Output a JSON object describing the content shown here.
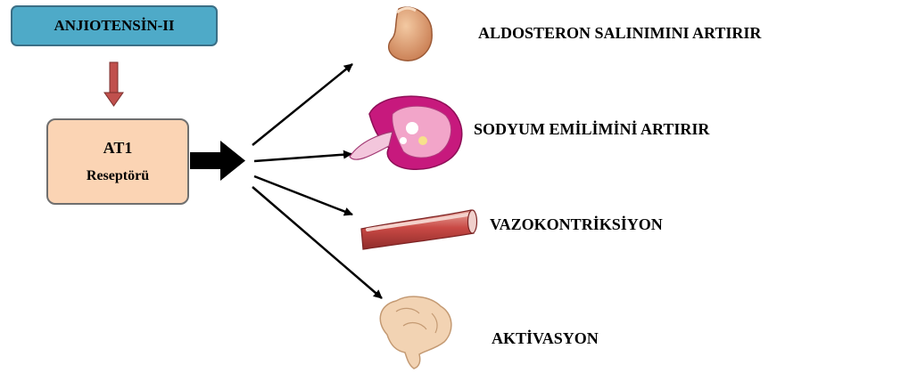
{
  "source_box": {
    "label": "ANJIOTENSİN-II"
  },
  "receptor_box": {
    "line1": "AT1",
    "line2": "Reseptörü"
  },
  "effects": [
    {
      "label": "ALDOSTERON SALINIMINI ARTIRIR",
      "icon": "adrenal-gland-icon"
    },
    {
      "label": "SODYUM EMİLİMİNİ ARTIRIR",
      "icon": "kidney-icon"
    },
    {
      "label": "VAZOKONTRİKSİYON",
      "icon": "blood-vessel-icon"
    },
    {
      "label": "AKTİVASYON",
      "icon": "brain-icon"
    }
  ],
  "colors": {
    "source_fill": "#4eaac8",
    "receptor_fill": "#fbd4b4",
    "down_arrow": "#c0504d"
  }
}
